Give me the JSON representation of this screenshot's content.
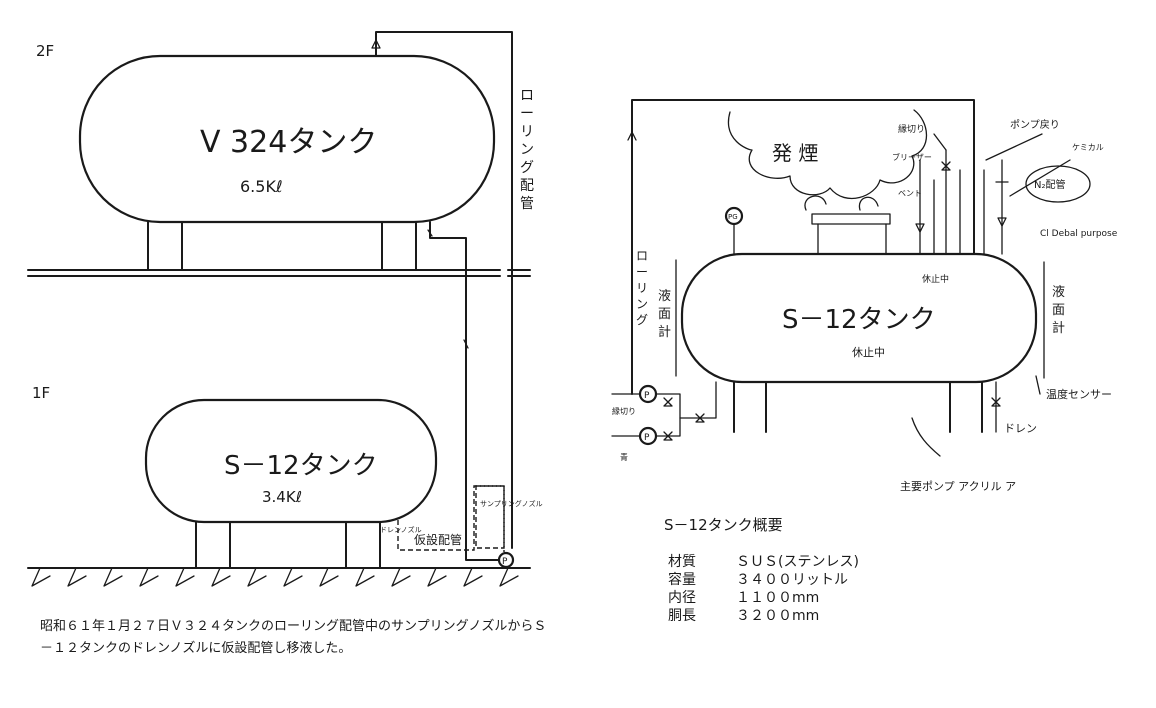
{
  "left": {
    "floor2_label": "2F",
    "floor1_label": "1F",
    "tank_upper_name": "V 324タンク",
    "tank_upper_capacity": "6.5Kℓ",
    "tank_lower_name": "S－12タンク",
    "tank_lower_capacity": "3.4Kℓ",
    "rolling_pipe_label": "ローリング配管",
    "sampling_nozzle_label": "サンプリングノズル",
    "drain_nozzle_label": "ドレンノズル",
    "temp_pipe_label": "仮設配管",
    "pump_symbol": "P",
    "caption": "昭和６１年１月２７日Ｖ３２４タンクのローリング配管中のサンプリングノズルからＳ－１２タンクのドレンノズルに仮設配管し移液した。"
  },
  "right": {
    "smoke_label": "発 煙",
    "tank_name": "S－12タンク",
    "pg_label": "PG",
    "rolling_label": "ローリング",
    "level_gauge_left": "液面計",
    "level_gauge_right": "液面計",
    "annotations": {
      "cut_off": "縁切り",
      "pump_return": "ポンプ戻り",
      "vent": "ベント",
      "blowdown": "ブリーザー",
      "n2_pipe": "N₂配管",
      "chemical": "ケミカル",
      "defunct": "休止中",
      "temp_sensor": "温度センサー",
      "drain": "ドレン",
      "cl_purpose": "Cl Debal purpose",
      "note_under": "主要ポンプ アクリル ア"
    },
    "left_pump_labels": [
      "縁切り",
      "青"
    ],
    "pump_symbol": "P",
    "specs_title": "S－12タンク概要",
    "specs": [
      {
        "key": "材質",
        "value": "ＳＵＳ(ステンレス)"
      },
      {
        "key": "容量",
        "value": "３４００リットル"
      },
      {
        "key": "内径",
        "value": "１１００mm"
      },
      {
        "key": "胴長",
        "value": "３２００mm"
      }
    ]
  }
}
